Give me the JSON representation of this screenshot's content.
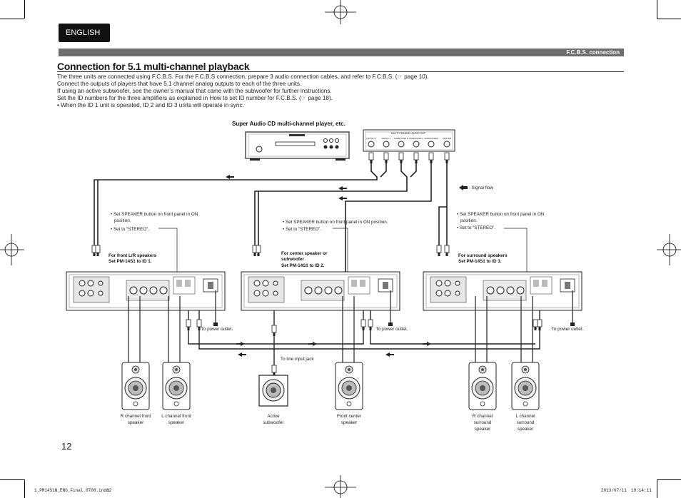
{
  "header": {
    "language_tab": "ENGLISH",
    "section_label": "F.C.B.S. connection"
  },
  "title": "Connection for 5.1 multi-channel playback",
  "intro": {
    "line1": "The three units are connected using F.C.B.S. For the F.C.B.S connection, prepare 3 audio connection cables, and refer to F.C.B.S. (☞ page 10).",
    "line2": "Connect the outputs of players that have 5.1 channel analog outputs to each of the three units.",
    "line3": "If using an active subwoofer, see the owner’s manual  that came with the subwoofer for further instructions.",
    "line4": "Set the ID numbers for the three amplifiers as explained in How to set ID number for F.C.B.S. (☞ page 18).",
    "line5": "• When the ID 1 unit is operated, ID 2 and ID 3 units will operate in sync."
  },
  "diagram": {
    "player_label": "Super Audio CD multi-channel player, etc.",
    "signal_flow_legend": ": Signal flow",
    "player_outputs": [
      "FRONT R",
      "FRONT L",
      "SURROUND R",
      "SURROUND L",
      "SUBWOOFER",
      "CENTER"
    ],
    "player_panel_label": "MULTI CHANNEL AUDIO OUT",
    "amps": [
      {
        "note1": "• Set SPEAKER button on front panel in ON",
        "note1b": "position.",
        "note2": "• Set to “STEREO”.",
        "purpose": "For front L/R speakers",
        "id_setting": "Set PM-14S1 to ID 1.",
        "power": "To power outlet."
      },
      {
        "note1": "• Set SPEAKER button on front panel in ON position.",
        "note1b": "",
        "note2": "• Set to “STEREO”.",
        "purpose": "For center speaker or",
        "purpose2": "subwoofer",
        "id_setting": "Set PM-14S1 to ID 2.",
        "power": "To power outlet."
      },
      {
        "note1": "• Set SPEAKER button on front panel in ON",
        "note1b": "position.",
        "note2": "• Set to “STEREO”.",
        "purpose": "For surround speakers",
        "id_setting": "Set PM-14S1 to ID 3.",
        "power": "To power outlet."
      }
    ],
    "line_input_label": "To line input jack",
    "speakers": [
      {
        "l1": "R channel front",
        "l2": "speaker",
        "l3": ""
      },
      {
        "l1": "L channel front",
        "l2": "speaker",
        "l3": ""
      },
      {
        "l1": "Active",
        "l2": "subwoofer",
        "l3": ""
      },
      {
        "l1": "Front center",
        "l2": "speaker",
        "l3": ""
      },
      {
        "l1": "R channel",
        "l2": "surround",
        "l3": "speaker"
      },
      {
        "l1": "L channel",
        "l2": "surround",
        "l3": "speaker"
      }
    ]
  },
  "page_number": "12",
  "footer": {
    "file": "1.PM14S1N_ENG_Final_0708.indd",
    "page": "12",
    "date": "2013/07/11",
    "time": "19:14:11"
  }
}
